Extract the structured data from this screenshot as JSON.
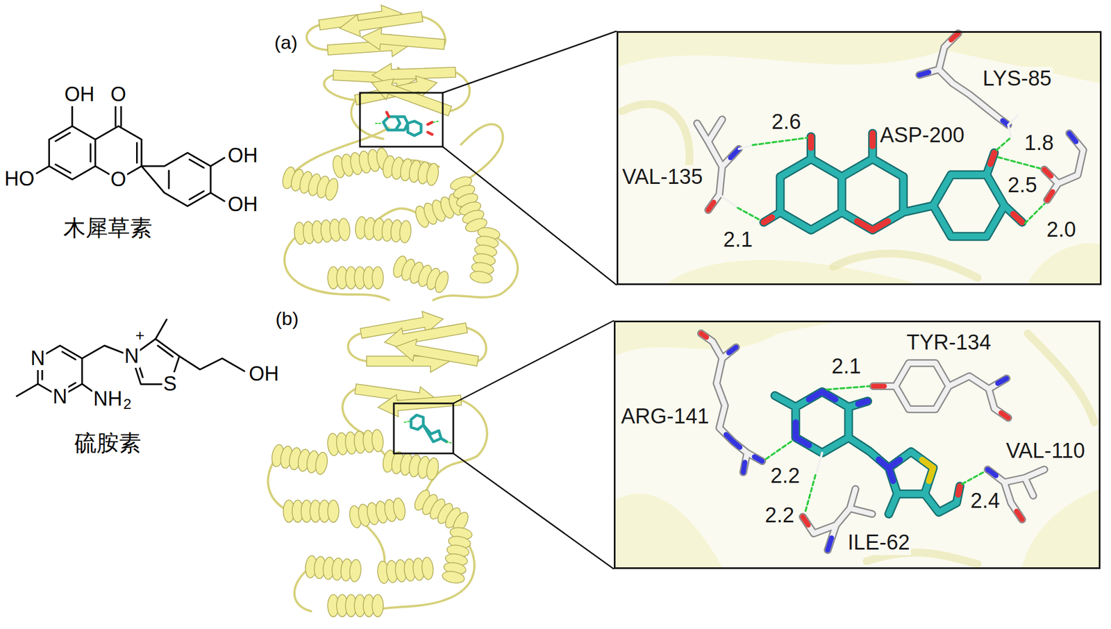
{
  "diagram": {
    "nodes": [
      {
        "text": [
          "LYS-85",
          "2.6",
          "VAL-135",
          "ASP-200",
          "1.8",
          "2.5",
          "2.1",
          "2.0"
        ]
      },
      {
        "text": [
          "TYR-134",
          "2.1",
          "ARG-141",
          "2.2",
          "VAL-110",
          "2.4",
          "2.2",
          "ILE-62"
        ]
      }
    ],
    "labels": [
      "(a)",
      "OH",
      "O",
      "HO",
      "O",
      "OH",
      "OH",
      "木犀草素",
      "(b)",
      "N",
      "N",
      "+",
      "OH",
      "N",
      "NH",
      "2",
      "S",
      "硫胺素"
    ]
  }
}
